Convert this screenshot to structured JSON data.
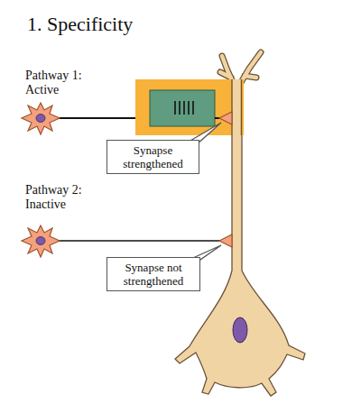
{
  "diagram": {
    "title": "1. Specificity",
    "nodes": [
      {
        "text": [
          "Synapse strengthened"
        ]
      },
      {
        "text": [
          "Synapse not strengthened"
        ]
      }
    ],
    "labels": [
      "Pathway 1: Active",
      "Pathway 2: Inactive"
    ]
  }
}
